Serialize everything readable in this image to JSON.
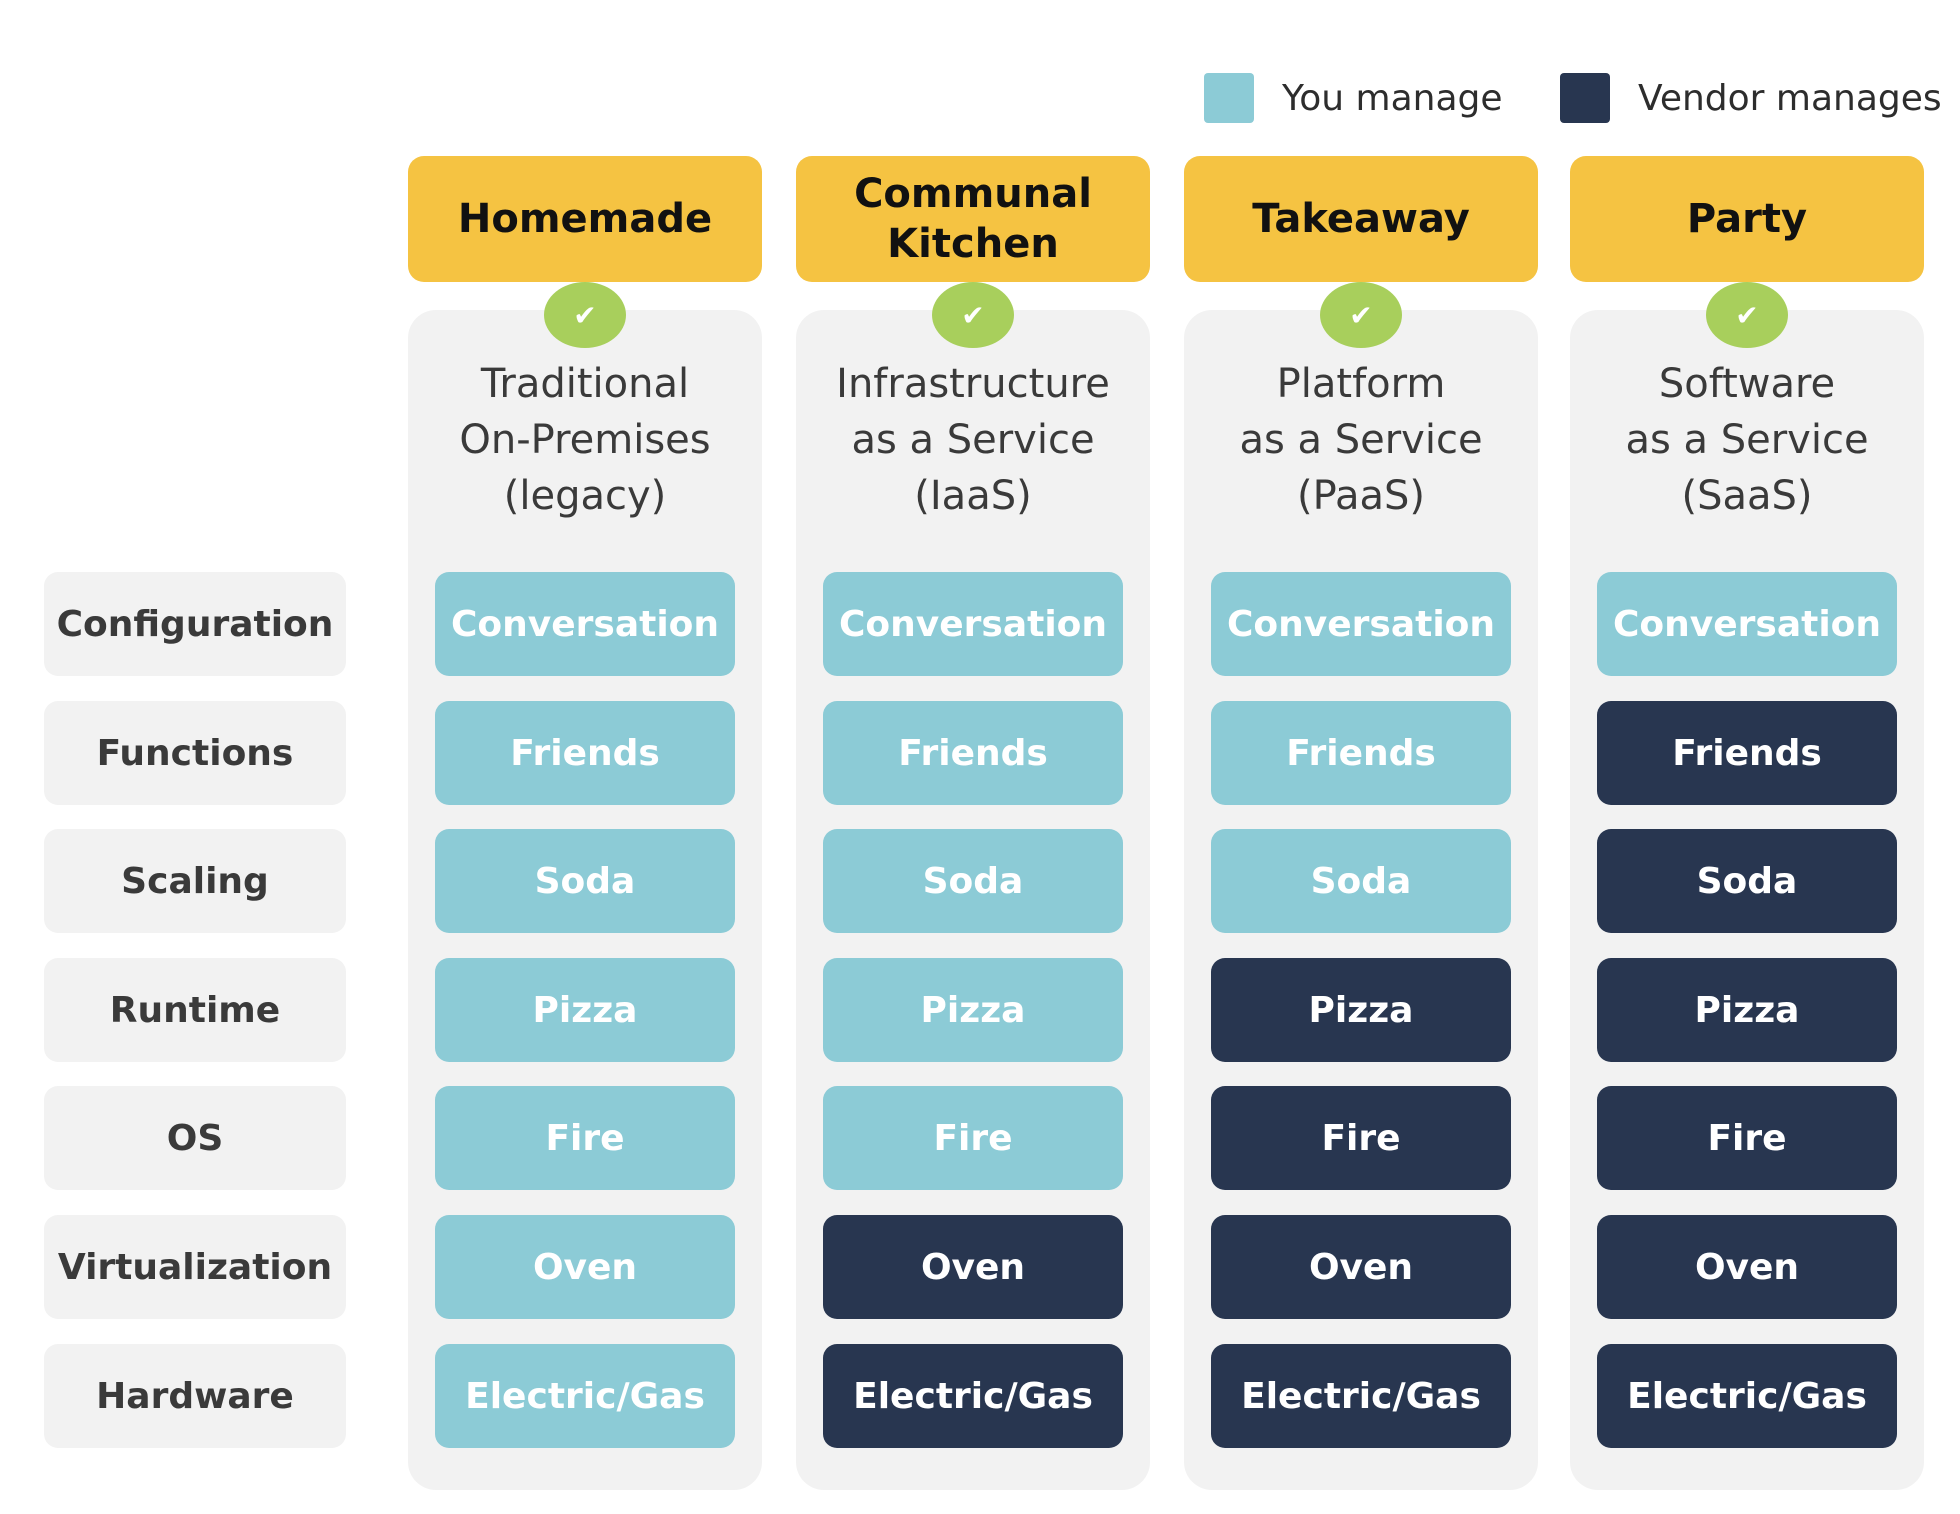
{
  "colors": {
    "you_manage": "#8ccbd6",
    "vendor_manages": "#283650",
    "header_yellow": "#f5c342",
    "check_green": "#a8cf5c",
    "panel_gray": "#f2f2f2"
  },
  "legend": [
    {
      "label": "You manage",
      "key": "you"
    },
    {
      "label": "Vendor manages",
      "key": "vendor"
    }
  ],
  "rows": [
    "Configuration",
    "Functions",
    "Scaling",
    "Runtime",
    "OS",
    "Virtualization",
    "Hardware"
  ],
  "columns": [
    {
      "header": "Homemade",
      "title": "Traditional\nOn-Premises\n(legacy)",
      "cells": [
        {
          "label": "Conversation",
          "owner": "you"
        },
        {
          "label": "Friends",
          "owner": "you"
        },
        {
          "label": "Soda",
          "owner": "you"
        },
        {
          "label": "Pizza",
          "owner": "you"
        },
        {
          "label": "Fire",
          "owner": "you"
        },
        {
          "label": "Oven",
          "owner": "you"
        },
        {
          "label": "Electric/Gas",
          "owner": "you"
        }
      ]
    },
    {
      "header": "Communal\nKitchen",
      "title": "Infrastructure\nas a Service\n(IaaS)",
      "cells": [
        {
          "label": "Conversation",
          "owner": "you"
        },
        {
          "label": "Friends",
          "owner": "you"
        },
        {
          "label": "Soda",
          "owner": "you"
        },
        {
          "label": "Pizza",
          "owner": "you"
        },
        {
          "label": "Fire",
          "owner": "you"
        },
        {
          "label": "Oven",
          "owner": "vendor"
        },
        {
          "label": "Electric/Gas",
          "owner": "vendor"
        }
      ]
    },
    {
      "header": "Takeaway",
      "title": "Platform\nas a Service\n(PaaS)",
      "cells": [
        {
          "label": "Conversation",
          "owner": "you"
        },
        {
          "label": "Friends",
          "owner": "you"
        },
        {
          "label": "Soda",
          "owner": "you"
        },
        {
          "label": "Pizza",
          "owner": "vendor"
        },
        {
          "label": "Fire",
          "owner": "vendor"
        },
        {
          "label": "Oven",
          "owner": "vendor"
        },
        {
          "label": "Electric/Gas",
          "owner": "vendor"
        }
      ]
    },
    {
      "header": "Party",
      "title": "Software\nas a Service\n(SaaS)",
      "cells": [
        {
          "label": "Conversation",
          "owner": "you"
        },
        {
          "label": "Friends",
          "owner": "vendor"
        },
        {
          "label": "Soda",
          "owner": "vendor"
        },
        {
          "label": "Pizza",
          "owner": "vendor"
        },
        {
          "label": "Fire",
          "owner": "vendor"
        },
        {
          "label": "Oven",
          "owner": "vendor"
        },
        {
          "label": "Electric/Gas",
          "owner": "vendor"
        }
      ]
    }
  ]
}
